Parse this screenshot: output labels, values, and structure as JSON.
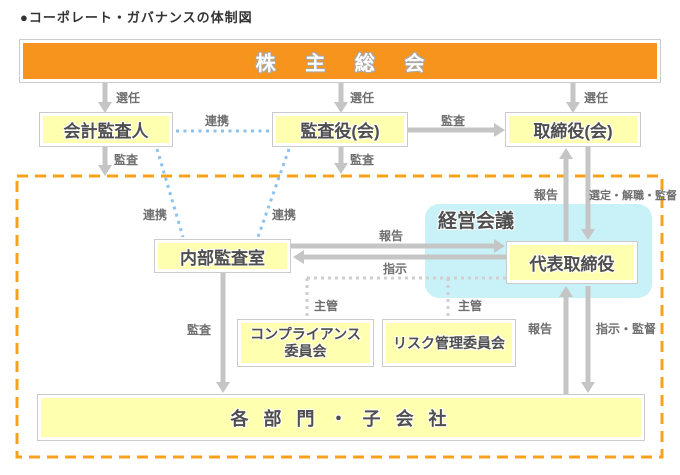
{
  "title": "●コーポレート・ガバナンスの体制図",
  "colors": {
    "header_box": "#f7941e",
    "node_fill": "#ffffb0",
    "management_fill": "#c9f2f8",
    "boundary_dash": "#f8a11b",
    "arrow_gray": "#c5c5c5",
    "cooperation_dotted_blue": "#8cc2ee",
    "charge_dotted_gray": "#cfcfcf"
  },
  "nodes": {
    "shareholders_meeting": "株 主 総 会",
    "accounting_auditor": "会計監査人",
    "audit_supervisory_board": "監査役(会)",
    "board_of_directors": "取締役(会)",
    "internal_audit_office": "内部監査室",
    "management_meeting": "経営会議",
    "representative_director": "代表取締役",
    "compliance_committee_line1": "コンプライアンス",
    "compliance_committee_line2": "委員会",
    "risk_management_committee": "リスク管理委員会",
    "departments_subsidiaries": "各 部 門 ・ 子 会 社"
  },
  "edge_labels": {
    "appoint_left": "選任",
    "appoint_center": "選任",
    "appoint_right": "選任",
    "cooperate_horizontal": "連携",
    "cooperate_diag_left": "連携",
    "cooperate_diag_right": "連携",
    "audit_down_left": "監査",
    "audit_down_center": "監査",
    "audit_to_board": "監査",
    "report_to_board": "報告",
    "appoint_dismiss_supervise": "選定・解職・監督",
    "report_to_representative": "報告",
    "instruct_internal_audit": "指示",
    "charge_left": "主管",
    "charge_right": "主管",
    "audit_departments": "監査",
    "report_up_departments": "報告",
    "instruct_supervise": "指示・監督"
  }
}
